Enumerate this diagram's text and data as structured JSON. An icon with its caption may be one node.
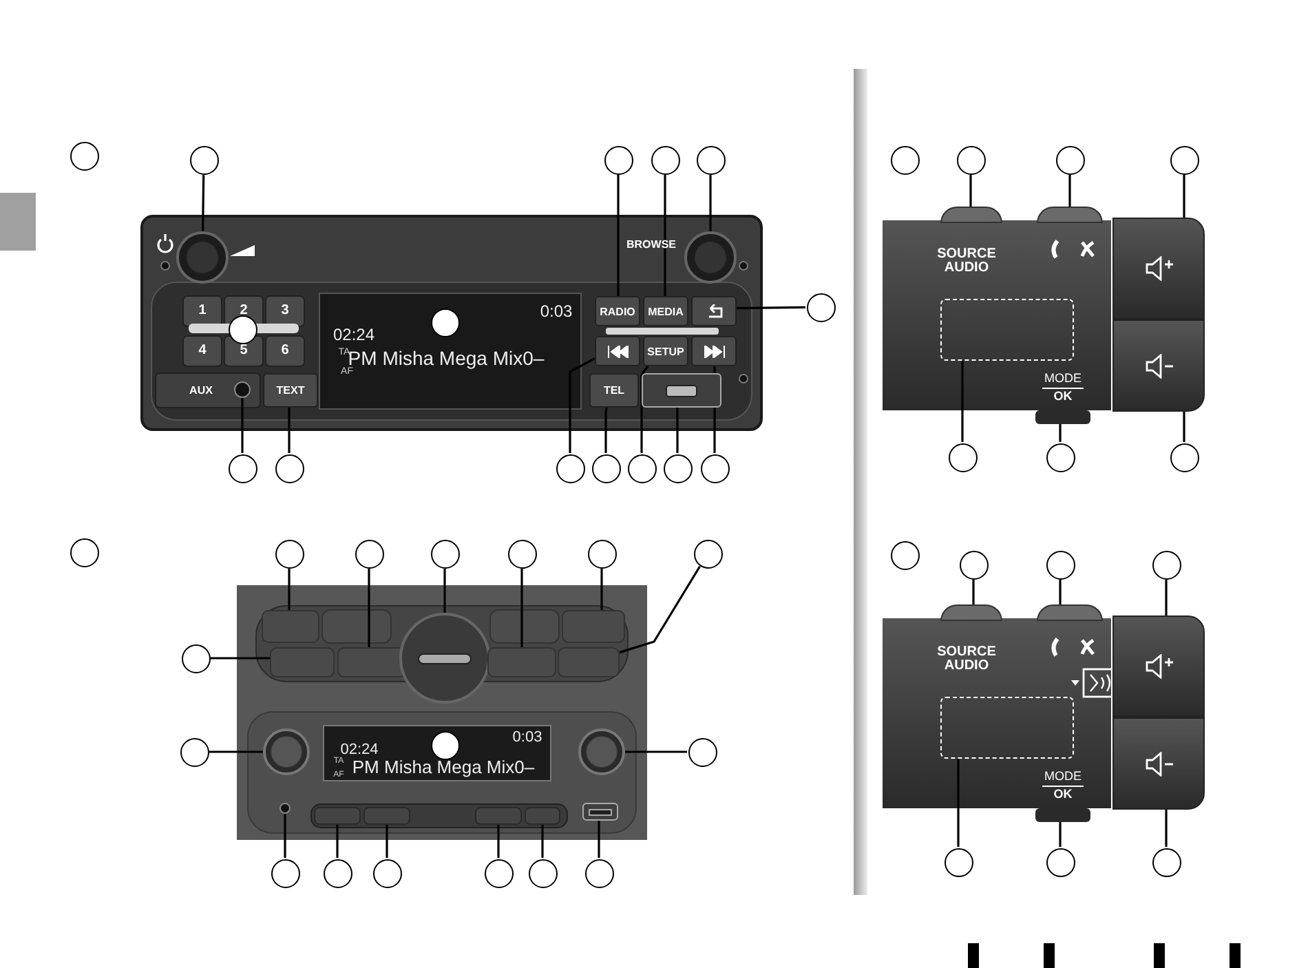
{
  "diagram": {
    "nodes": [
      {
        "text": [],
        "shape": "circle"
      },
      {
        "text": [],
        "shape": "circle"
      },
      {
        "text": [],
        "shape": "circle"
      },
      {
        "text": [],
        "shape": "circle"
      },
      {
        "text": [],
        "shape": "circle"
      },
      {
        "text": [],
        "shape": "circle"
      },
      {
        "text": [],
        "shape": "circle"
      },
      {
        "text": [],
        "shape": "circle"
      },
      {
        "text": [],
        "shape": "circle"
      },
      {
        "text": [],
        "shape": "circle"
      },
      {
        "text": [],
        "shape": "circle"
      },
      {
        "text": [],
        "shape": "circle"
      },
      {
        "text": [],
        "shape": "circle"
      },
      {
        "text": [],
        "shape": "circle"
      },
      {
        "text": [],
        "shape": "circle"
      },
      {
        "text": [],
        "shape": "circle"
      },
      {
        "text": [],
        "shape": "circle"
      },
      {
        "text": [],
        "shape": "circle"
      },
      {
        "text": [],
        "shape": "circle"
      },
      {
        "text": [],
        "shape": "circle"
      },
      {
        "text": [],
        "shape": "circle"
      },
      {
        "text": [],
        "shape": "circle"
      },
      {
        "text": [],
        "shape": "circle"
      },
      {
        "text": [],
        "shape": "circle"
      },
      {
        "text": [],
        "shape": "circle"
      },
      {
        "text": [],
        "shape": "circle"
      },
      {
        "text": [],
        "shape": "circle"
      },
      {
        "text": [],
        "shape": "circle"
      },
      {
        "text": [],
        "shape": "circle"
      },
      {
        "text": [],
        "shape": "circle"
      },
      {
        "text": [],
        "shape": "circle"
      },
      {
        "text": [],
        "shape": "circle"
      },
      {
        "text": [],
        "shape": "circle"
      },
      {
        "text": [],
        "shape": "circle"
      },
      {
        "text": [],
        "shape": "circle"
      },
      {
        "text": [],
        "shape": "circle"
      },
      {
        "text": [],
        "shape": "circle"
      },
      {
        "text": [],
        "shape": "circle"
      },
      {
        "text": [],
        "shape": "circle"
      },
      {
        "text": [],
        "shape": "circle"
      },
      {
        "text": [],
        "shape": "circle"
      },
      {
        "text": [],
        "shape": "circle"
      },
      {
        "text": [],
        "shape": "circle"
      },
      {
        "text": [],
        "shape": "circle"
      },
      {
        "text": [],
        "shape": "circle"
      },
      {
        "text": [],
        "shape": "circle"
      },
      {
        "text": [],
        "shape": "circle"
      },
      {
        "text": [
          "RADIO"
        ]
      },
      {
        "text": [
          "MEDIA"
        ]
      },
      {
        "text": [],
        "shape": "circle"
      },
      {
        "text": [],
        "shape": "box"
      },
      {
        "text": [],
        "shape": "circle"
      },
      {
        "text": [
          "TEXT"
        ]
      },
      {
        "text": [],
        "shape": "box"
      },
      {
        "text": [
          "TEL"
        ]
      },
      {
        "text": [
          "SETUP"
        ]
      },
      {
        "text": [],
        "shape": "box"
      },
      {
        "text": [],
        "shape": "box"
      },
      {
        "text": [],
        "shape": "box"
      },
      {
        "text": [],
        "shape": "box"
      },
      {
        "text": [],
        "shape": "circle"
      },
      {
        "text": [],
        "shape": "box"
      },
      {
        "text": [],
        "shape": "box"
      },
      {
        "text": [],
        "shape": "box"
      },
      {
        "text": [],
        "shape": "box"
      },
      {
        "text": [],
        "shape": "circle"
      },
      {
        "text": [],
        "shape": "circle"
      },
      {
        "text": [],
        "shape": "circle"
      },
      {
        "text": [],
        "shape": "box"
      },
      {
        "text": [],
        "shape": "box"
      },
      {
        "text": [],
        "shape": "box"
      },
      {
        "text": [],
        "shape": "box"
      },
      {
        "text": [],
        "shape": "box"
      },
      {
        "text": [],
        "shape": "box"
      },
      {
        "text": [],
        "shape": "box"
      },
      {
        "text": [],
        "shape": "box"
      },
      {
        "text": [],
        "shape": "box"
      },
      {
        "text": [],
        "shape": "box"
      },
      {
        "text": [],
        "shape": "box"
      },
      {
        "text": [],
        "shape": "box"
      },
      {
        "text": [],
        "shape": "box"
      },
      {
        "text": [],
        "shape": "box"
      },
      {
        "text": [],
        "shape": "box"
      },
      {
        "text": [],
        "shape": "box"
      },
      {
        "text": [],
        "shape": "box"
      }
    ],
    "edges": [
      {
        "from": 1,
        "to": 46,
        "arrow": "none"
      },
      {
        "from": 2,
        "to": 47,
        "arrow": "none"
      },
      {
        "from": 3,
        "to": 48,
        "arrow": "none"
      },
      {
        "from": 4,
        "to": 49,
        "arrow": "none"
      },
      {
        "from": 5,
        "to": 50,
        "arrow": "none"
      },
      {
        "from": 8,
        "to": 51,
        "arrow": "none"
      },
      {
        "from": 9,
        "to": 52,
        "arrow": "none"
      },
      {
        "from": 10,
        "to": 53,
        "arrow": "none"
      },
      {
        "from": 11,
        "to": 54,
        "arrow": "none"
      },
      {
        "from": 12,
        "to": 55,
        "arrow": "none"
      },
      {
        "from": 13,
        "to": 56,
        "arrow": "none"
      },
      {
        "from": 14,
        "to": 57,
        "arrow": "none"
      },
      {
        "from": 16,
        "to": 58,
        "arrow": "none"
      },
      {
        "from": 17,
        "to": 59,
        "arrow": "none"
      },
      {
        "from": 18,
        "to": 60,
        "arrow": "none"
      },
      {
        "from": 19,
        "to": 61,
        "arrow": "none"
      },
      {
        "from": 20,
        "to": 62,
        "arrow": "none"
      },
      {
        "from": 21,
        "to": 63,
        "arrow": "none"
      },
      {
        "from": 22,
        "to": 64,
        "arrow": "none"
      },
      {
        "from": 23,
        "to": 65,
        "arrow": "none"
      },
      {
        "from": 25,
        "to": 66,
        "arrow": "none"
      },
      {
        "from": 26,
        "to": 67,
        "arrow": "none"
      },
      {
        "from": 27,
        "to": 68,
        "arrow": "none"
      },
      {
        "from": 28,
        "to": 69,
        "arrow": "none"
      },
      {
        "from": 29,
        "to": 70,
        "arrow": "none"
      },
      {
        "from": 30,
        "to": 71,
        "arrow": "none"
      },
      {
        "from": 31,
        "to": 72,
        "arrow": "none"
      },
      {
        "from": 33,
        "to": 73,
        "arrow": "none"
      },
      {
        "from": 34,
        "to": 74,
        "arrow": "none"
      },
      {
        "from": 35,
        "to": 75,
        "arrow": "none"
      },
      {
        "from": 36,
        "to": 76,
        "arrow": "none"
      },
      {
        "from": 37,
        "to": 77,
        "arrow": "none"
      },
      {
        "from": 38,
        "to": 78,
        "arrow": "none"
      },
      {
        "from": 40,
        "to": 79,
        "arrow": "none"
      },
      {
        "from": 41,
        "to": 80,
        "arrow": "none"
      },
      {
        "from": 42,
        "to": 81,
        "arrow": "none"
      },
      {
        "from": 43,
        "to": 82,
        "arrow": "none"
      },
      {
        "from": 44,
        "to": 83,
        "arrow": "none"
      },
      {
        "from": 45,
        "to": 84,
        "arrow": "none"
      }
    ],
    "labels": [
      "BROWSE",
      "1",
      "2",
      "3",
      "0:03",
      "02:24",
      "TA",
      "PM Misha Mega Mix0–",
      "4",
      "5",
      "6",
      "AF",
      "AUX",
      "0:03",
      "02:24",
      "TA",
      "PM Misha Mega Mix0–",
      "AF",
      "SOURCE AUDIO",
      "MODE",
      "OK",
      "SOURCE AUDIO",
      "MODE",
      "OK"
    ]
  }
}
